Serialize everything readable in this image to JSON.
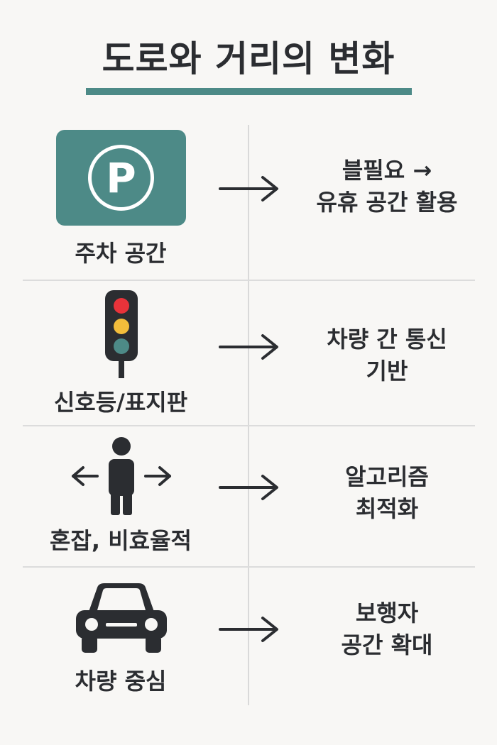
{
  "title": "도로와 거리의 변화",
  "rows": [
    {
      "left": "주차 공간",
      "icon": "parking-sign-icon",
      "right": [
        "블필요 →",
        "유휴 공간 활용"
      ]
    },
    {
      "left": "신호등/표지판",
      "icon": "traffic-light-icon",
      "right": [
        "차량 간 통신",
        "기반"
      ]
    },
    {
      "left": "혼잡, 비효율적",
      "icon": "pedestrian-arrows-icon",
      "right": [
        "알고리즘",
        "최적화"
      ]
    },
    {
      "left": "차량 중심",
      "icon": "car-icon",
      "right": [
        "보행자",
        "공간 확대"
      ]
    }
  ],
  "colors": {
    "accent": "#4d8a87",
    "text": "#2b2d31",
    "red": "#e8333a",
    "yellow": "#f2bd3b",
    "teal": "#4d8a87"
  }
}
